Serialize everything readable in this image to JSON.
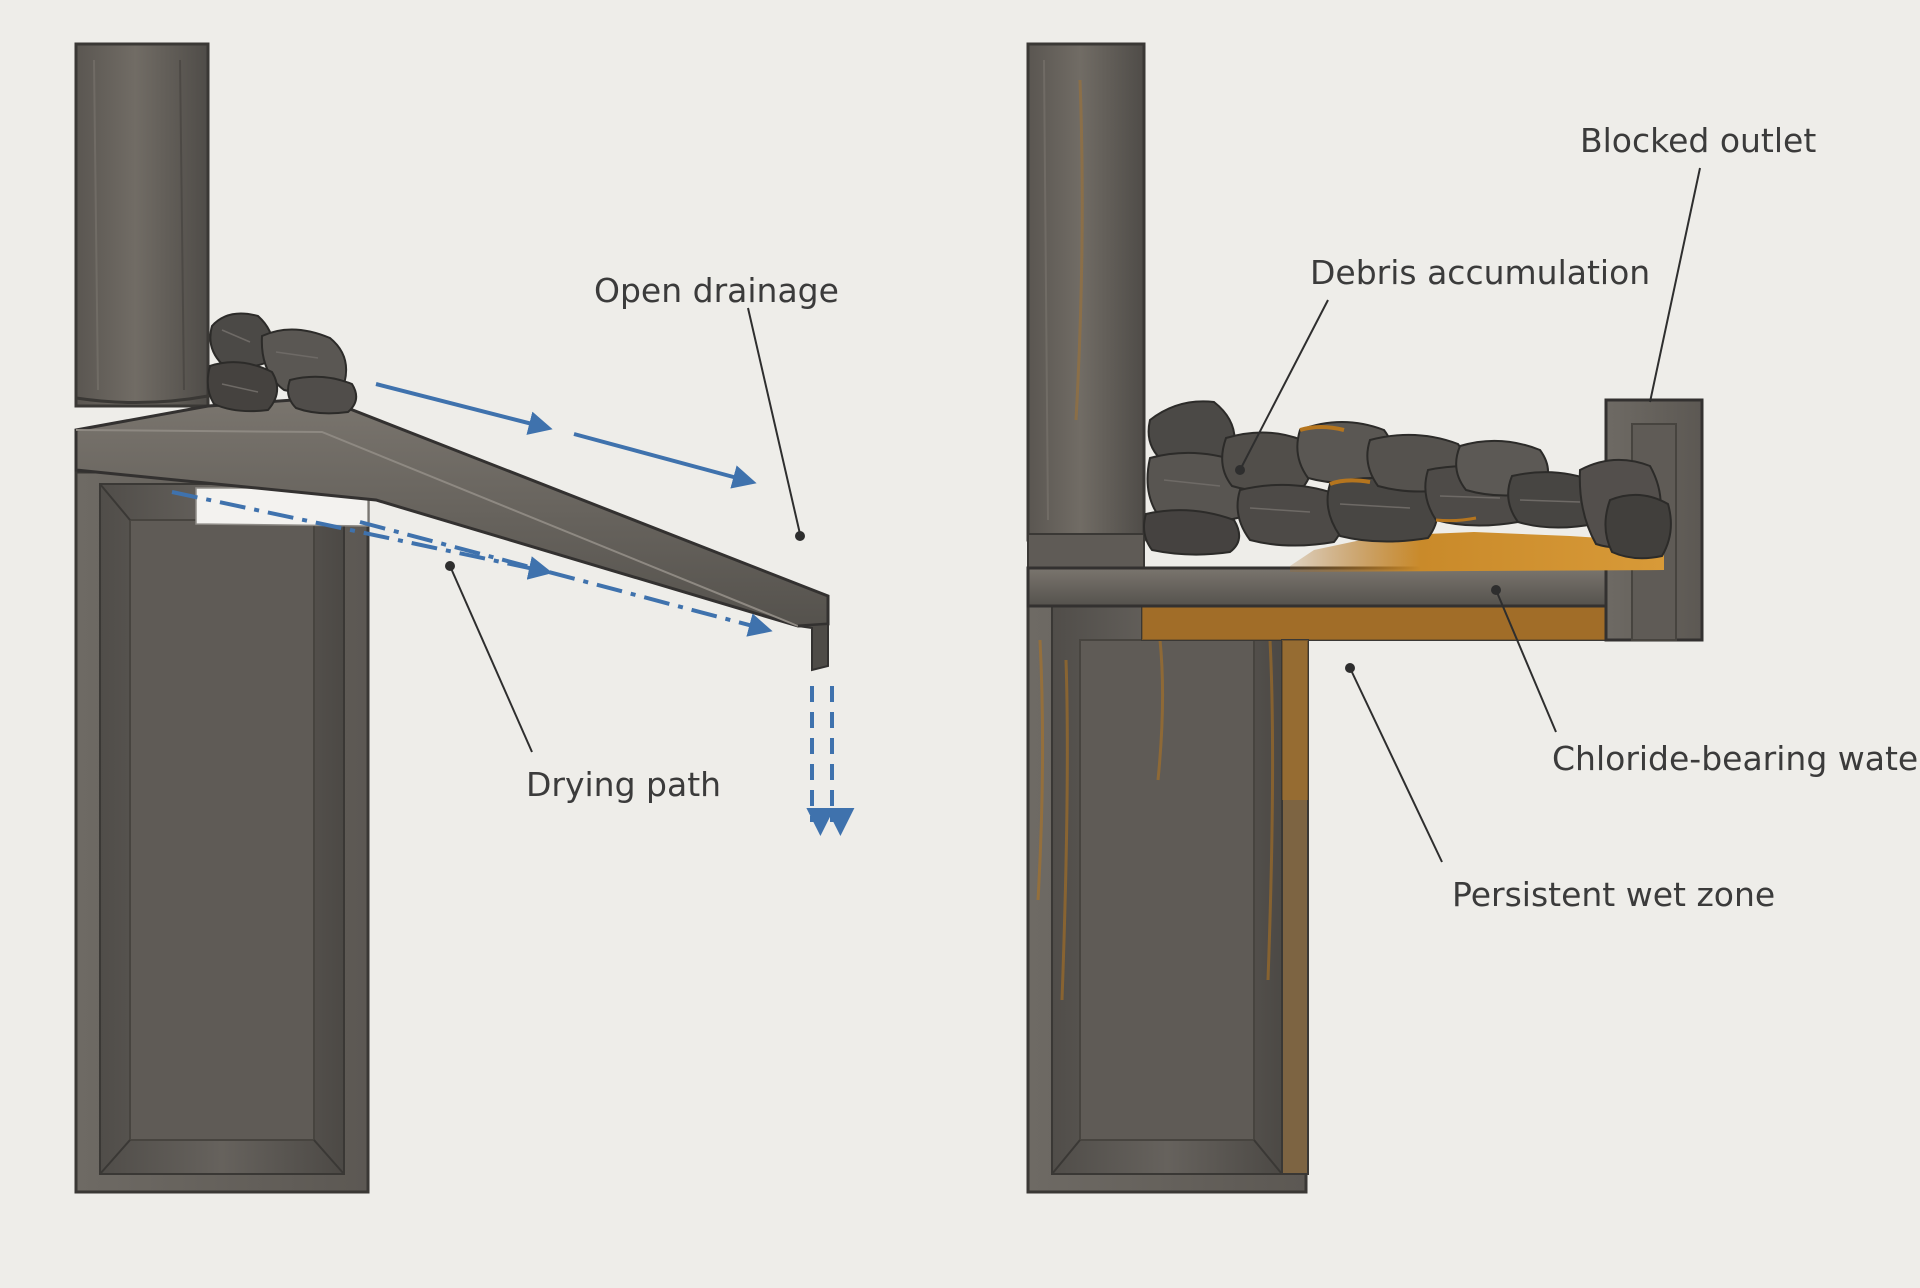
{
  "left_panel": {
    "labels": {
      "open_drainage": "Open drainage",
      "drying_path": "Drying path"
    }
  },
  "right_panel": {
    "labels": {
      "blocked_outlet": "Blocked outlet",
      "debris_accumulation": "Debris accumulation",
      "chloride_water": "Chloride-bearing water",
      "persistent_wet_zone": "Persistent wet zone"
    }
  },
  "colors": {
    "background": "#eeede9",
    "steel": "#66625c",
    "steel_dark": "#46433f",
    "rust": "#b5751e",
    "water_flow": "#3f72ad",
    "leader_line": "#2e2e2e"
  }
}
